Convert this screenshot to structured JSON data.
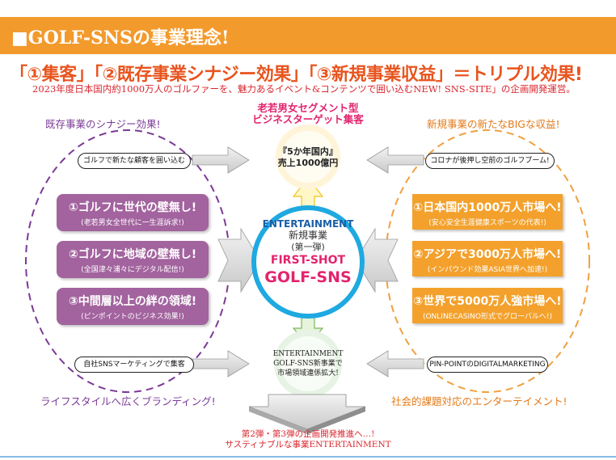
{
  "header": {
    "title": "■GOLF-SNSの事業理念!"
  },
  "headline": {
    "text": "「①集客」「②既存事業シナジー効果」「③新規事業収益」＝トリプル効果!"
  },
  "subheadline": {
    "text": "2023年度日本国内約1000万人のゴルファーを、魅力あるイベント&コンテンツで囲い込むNEW! SNS-SITE」の企画開発運営。"
  },
  "left": {
    "title": "既存事業のシナジー効果!",
    "pill_top": "ゴルフで新たな顧客を囲い込む",
    "boxes": [
      {
        "main": "①ゴルフに世代の壁無し!",
        "sub": "(老若男女全世代に一生涯訴求!)"
      },
      {
        "main": "②ゴルフに地域の壁無し!",
        "sub": "(全国津々浦々にデジタル配信!)"
      },
      {
        "main": "③中間層以上の絆の領域!",
        "sub": "(ピンポイントのビジネス効果!)"
      }
    ],
    "pill_bottom": "自社SNSマーケティングで集客",
    "footer": "ライフスタイルへ広くブランディング!"
  },
  "right": {
    "title": "新規事業の新たなBIGな収益!",
    "pill_top": "コロナが後押し空前のゴルフブーム!",
    "boxes": [
      {
        "main": "①日本国内1000万人市場へ!",
        "sub": "(安心安全生涯健康スポーツの代表!)"
      },
      {
        "main": "②アジアで3000万人市場へ!",
        "sub": "(インバウンド効果ASIA世界へ加速!)"
      },
      {
        "main": "③世界で5000万人強市場へ!",
        "sub": "(ONLINECASINO形式でグローバルへ!)"
      }
    ],
    "pill_bottom": "PIN-POINTのDIGITALMARKETING",
    "footer": "社会的課題対応のエンターテイメント!"
  },
  "center": {
    "top_label_1": "老若男女セグメント型",
    "top_label_2": "ビジネスターゲット集客",
    "top_circle_1": "『5か年国内』",
    "top_circle_2": "売上1000億円",
    "main_1": "ENTERTAINMENT",
    "main_2": "新規事業",
    "main_3": "(第一弾)",
    "main_4": "FIRST-SHOT",
    "main_5": "GOLF-SNS",
    "bottom_1": "ENTERTAINMENT",
    "bottom_2": "GOLF-SNS新事業で",
    "bottom_3": "市場領域連係拡大!"
  },
  "footer": {
    "line1": "第2弾・第3弾の企画開発推進へ…!",
    "line2": "サスティナブルな事業ENTERTAINMENT"
  },
  "colors": {
    "header_bg": "#f39a2c",
    "headline": "#e8541e",
    "purple": "#a2639e",
    "orange": "#f3a12c",
    "circle_ring": "#1fa9e1",
    "pink": "#e2246e"
  }
}
